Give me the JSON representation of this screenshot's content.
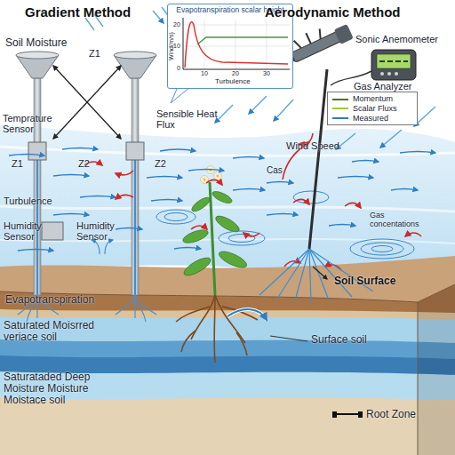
{
  "diagram": {
    "nodes": [
      {
        "text": [
          "Evapotranspiration scalar height"
        ]
      }
    ],
    "labels": [
      "Gradient Method",
      "Aerodynamic Method",
      "Soil Moisture",
      "Z1",
      "Temprature Sensor",
      "Z1",
      "Sensible Heat Flux",
      "Z2",
      "Z2",
      "Wind(m/s)",
      "20",
      "10",
      "0",
      "10",
      "20",
      "30",
      "Turbulence",
      "Sonic Anemometer",
      "Gas Analyzer",
      "Wind Speed",
      "Cas",
      "Turbulence",
      "Gas concentations",
      "Humidity Sensor",
      "Humidity Sensor",
      "Soil Surface",
      "Evapotranspiration",
      "Saturated Moisrred veriace soil",
      "Surface soil",
      "Saturataded Deep Moisture Moisture Moistace soil",
      "Root Zone"
    ],
    "legend": [
      {
        "text": "Momentum"
      },
      {
        "text": "Scalar Fluxs"
      },
      {
        "text": "Measured"
      }
    ]
  }
}
